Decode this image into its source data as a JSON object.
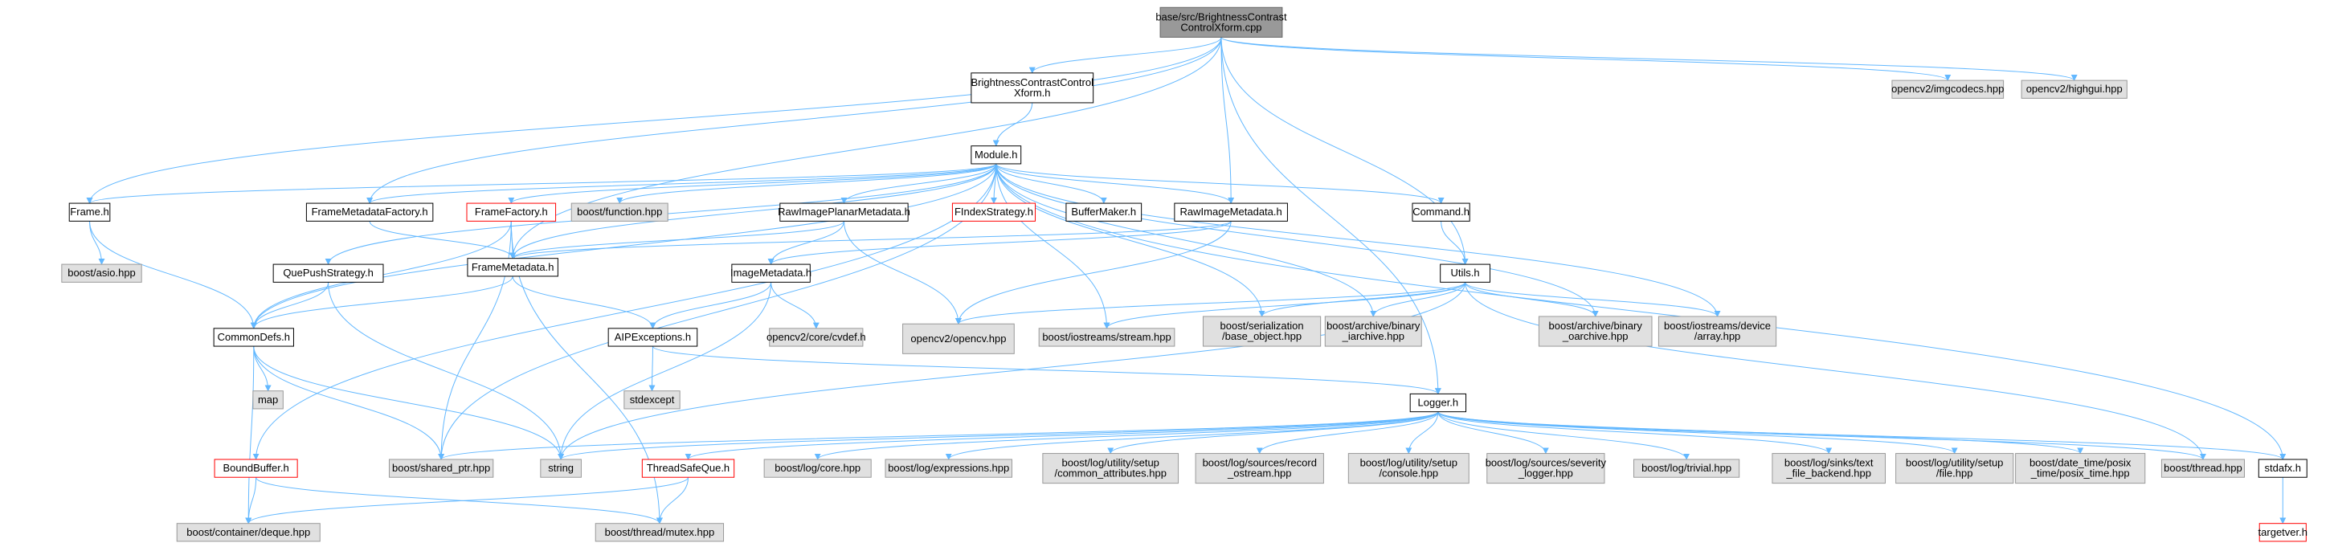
{
  "colors": {
    "edge": "#63b8ff",
    "normal_fill": "#ffffff",
    "normal_stroke": "#000000",
    "system_fill": "#e0e0e0",
    "system_stroke": "#999999",
    "root_fill": "#999999",
    "root_stroke": "#666666",
    "missing_fill": "#ffffff",
    "missing_stroke": "#ff0000"
  },
  "nodes": [
    {
      "id": "root",
      "kind": "root",
      "lines": [
        "base/src/BrightnessContrast",
        "ControlXform.cpp"
      ]
    },
    {
      "id": "bcx",
      "kind": "normal",
      "lines": [
        "BrightnessContrastControl",
        "Xform.h"
      ]
    },
    {
      "id": "imgcodecs",
      "kind": "system",
      "lines": [
        "opencv2/imgcodecs.hpp"
      ]
    },
    {
      "id": "highgui",
      "kind": "system",
      "lines": [
        "opencv2/highgui.hpp"
      ]
    },
    {
      "id": "module",
      "kind": "normal",
      "lines": [
        "Module.h"
      ]
    },
    {
      "id": "frame",
      "kind": "normal",
      "lines": [
        "Frame.h"
      ]
    },
    {
      "id": "fmdfactory",
      "kind": "normal",
      "lines": [
        "FrameMetadataFactory.h"
      ]
    },
    {
      "id": "framefactory",
      "kind": "missing",
      "lines": [
        "FrameFactory.h"
      ]
    },
    {
      "id": "boostfunction",
      "kind": "system",
      "lines": [
        "boost/function.hpp"
      ]
    },
    {
      "id": "rawplanar",
      "kind": "normal",
      "lines": [
        "RawImagePlanarMetadata.h"
      ]
    },
    {
      "id": "findex",
      "kind": "missing",
      "lines": [
        "FIndexStrategy.h"
      ]
    },
    {
      "id": "buffermaker",
      "kind": "normal",
      "lines": [
        "BufferMaker.h"
      ]
    },
    {
      "id": "rawmeta",
      "kind": "normal",
      "lines": [
        "RawImageMetadata.h"
      ]
    },
    {
      "id": "command",
      "kind": "normal",
      "lines": [
        "Command.h"
      ]
    },
    {
      "id": "boostasio",
      "kind": "system",
      "lines": [
        "boost/asio.hpp"
      ]
    },
    {
      "id": "quepush",
      "kind": "normal",
      "lines": [
        "QuePushStrategy.h"
      ]
    },
    {
      "id": "framemeta",
      "kind": "normal",
      "lines": [
        "FrameMetadata.h"
      ]
    },
    {
      "id": "imagemeta",
      "kind": "normal",
      "lines": [
        "ImageMetadata.h"
      ]
    },
    {
      "id": "utils",
      "kind": "normal",
      "lines": [
        "Utils.h"
      ]
    },
    {
      "id": "commondefs",
      "kind": "normal",
      "lines": [
        "CommonDefs.h"
      ]
    },
    {
      "id": "aipexc",
      "kind": "normal",
      "lines": [
        "AIPExceptions.h"
      ]
    },
    {
      "id": "cvdef",
      "kind": "system",
      "lines": [
        "opencv2/core/cvdef.h"
      ]
    },
    {
      "id": "opencv",
      "kind": "system",
      "lines": [
        "opencv2/opencv.hpp"
      ]
    },
    {
      "id": "iostream",
      "kind": "system",
      "lines": [
        "boost/iostreams/stream.hpp"
      ]
    },
    {
      "id": "serial",
      "kind": "system",
      "lines": [
        "boost/serialization",
        "/base_object.hpp"
      ]
    },
    {
      "id": "biniar",
      "kind": "system",
      "lines": [
        "boost/archive/binary",
        "_iarchive.hpp"
      ]
    },
    {
      "id": "binoar",
      "kind": "system",
      "lines": [
        "boost/archive/binary",
        "_oarchive.hpp"
      ]
    },
    {
      "id": "iodevice",
      "kind": "system",
      "lines": [
        "boost/iostreams/device",
        "/array.hpp"
      ]
    },
    {
      "id": "stdexcept",
      "kind": "system",
      "lines": [
        "stdexcept"
      ]
    },
    {
      "id": "map",
      "kind": "system",
      "lines": [
        "map"
      ]
    },
    {
      "id": "logger",
      "kind": "normal",
      "lines": [
        "Logger.h"
      ]
    },
    {
      "id": "boundbuffer",
      "kind": "missing",
      "lines": [
        "BoundBuffer.h"
      ]
    },
    {
      "id": "sharedptr",
      "kind": "system",
      "lines": [
        "boost/shared_ptr.hpp"
      ]
    },
    {
      "id": "string",
      "kind": "system",
      "lines": [
        "string"
      ]
    },
    {
      "id": "threadsafe",
      "kind": "missing",
      "lines": [
        "ThreadSafeQue.h"
      ]
    },
    {
      "id": "logcore",
      "kind": "system",
      "lines": [
        "boost/log/core.hpp"
      ]
    },
    {
      "id": "logexpr",
      "kind": "system",
      "lines": [
        "boost/log/expressions.hpp"
      ]
    },
    {
      "id": "logcommon",
      "kind": "system",
      "lines": [
        "boost/log/utility/setup",
        "/common_attributes.hpp"
      ]
    },
    {
      "id": "logrecord",
      "kind": "system",
      "lines": [
        "boost/log/sources/record",
        "_ostream.hpp"
      ]
    },
    {
      "id": "logconsole",
      "kind": "system",
      "lines": [
        "boost/log/utility/setup",
        "/console.hpp"
      ]
    },
    {
      "id": "logseverity",
      "kind": "system",
      "lines": [
        "boost/log/sources/severity",
        "_logger.hpp"
      ]
    },
    {
      "id": "logtrivial",
      "kind": "system",
      "lines": [
        "boost/log/trivial.hpp"
      ]
    },
    {
      "id": "logsinks",
      "kind": "system",
      "lines": [
        "boost/log/sinks/text",
        "_file_backend.hpp"
      ]
    },
    {
      "id": "logfile",
      "kind": "system",
      "lines": [
        "boost/log/utility/setup",
        "/file.hpp"
      ]
    },
    {
      "id": "posixtime",
      "kind": "system",
      "lines": [
        "boost/date_time/posix",
        "_time/posix_time.hpp"
      ]
    },
    {
      "id": "boostthread",
      "kind": "system",
      "lines": [
        "boost/thread.hpp"
      ]
    },
    {
      "id": "stdafx",
      "kind": "normal",
      "lines": [
        "stdafx.h"
      ]
    },
    {
      "id": "deque",
      "kind": "system",
      "lines": [
        "boost/container/deque.hpp"
      ]
    },
    {
      "id": "mutex",
      "kind": "system",
      "lines": [
        "boost/thread/mutex.hpp"
      ]
    },
    {
      "id": "targetver",
      "kind": "missing",
      "lines": [
        "targetver.h"
      ]
    }
  ],
  "edges": [
    [
      "root",
      "bcx"
    ],
    [
      "root",
      "imgcodecs"
    ],
    [
      "root",
      "highgui"
    ],
    [
      "root",
      "rawmeta"
    ],
    [
      "root",
      "utils"
    ],
    [
      "root",
      "frame"
    ],
    [
      "root",
      "fmdfactory"
    ],
    [
      "root",
      "framemeta"
    ],
    [
      "root",
      "logger"
    ],
    [
      "bcx",
      "module"
    ],
    [
      "module",
      "frame"
    ],
    [
      "module",
      "fmdfactory"
    ],
    [
      "module",
      "framefactory"
    ],
    [
      "module",
      "boostfunction"
    ],
    [
      "module",
      "rawplanar"
    ],
    [
      "module",
      "findex"
    ],
    [
      "module",
      "buffermaker"
    ],
    [
      "module",
      "rawmeta"
    ],
    [
      "module",
      "command"
    ],
    [
      "module",
      "quepush"
    ],
    [
      "module",
      "framemeta"
    ],
    [
      "module",
      "commondefs"
    ],
    [
      "module",
      "boundbuffer"
    ],
    [
      "module",
      "sharedptr"
    ],
    [
      "module",
      "iostream"
    ],
    [
      "module",
      "serial"
    ],
    [
      "module",
      "biniar"
    ],
    [
      "module",
      "binoar"
    ],
    [
      "module",
      "iodevice"
    ],
    [
      "module",
      "stdafx"
    ],
    [
      "frame",
      "boostasio"
    ],
    [
      "frame",
      "commondefs"
    ],
    [
      "fmdfactory",
      "framemeta"
    ],
    [
      "framefactory",
      "framemeta"
    ],
    [
      "framefactory",
      "commondefs"
    ],
    [
      "framefactory",
      "sharedptr"
    ],
    [
      "framefactory",
      "mutex"
    ],
    [
      "rawplanar",
      "framemeta"
    ],
    [
      "rawplanar",
      "imagemeta"
    ],
    [
      "rawplanar",
      "opencv"
    ],
    [
      "rawmeta",
      "framemeta"
    ],
    [
      "rawmeta",
      "imagemeta"
    ],
    [
      "rawmeta",
      "opencv"
    ],
    [
      "command",
      "utils"
    ],
    [
      "quepush",
      "commondefs"
    ],
    [
      "quepush",
      "string"
    ],
    [
      "framemeta",
      "commondefs"
    ],
    [
      "framemeta",
      "aipexc"
    ],
    [
      "imagemeta",
      "aipexc"
    ],
    [
      "imagemeta",
      "cvdef"
    ],
    [
      "imagemeta",
      "string"
    ],
    [
      "utils",
      "opencv"
    ],
    [
      "utils",
      "iostream"
    ],
    [
      "utils",
      "serial"
    ],
    [
      "utils",
      "biniar"
    ],
    [
      "utils",
      "binoar"
    ],
    [
      "utils",
      "iodevice"
    ],
    [
      "utils",
      "string"
    ],
    [
      "utils",
      "boostthread"
    ],
    [
      "commondefs",
      "map"
    ],
    [
      "commondefs",
      "sharedptr"
    ],
    [
      "commondefs",
      "string"
    ],
    [
      "commondefs",
      "deque"
    ],
    [
      "aipexc",
      "stdexcept"
    ],
    [
      "aipexc",
      "logger"
    ],
    [
      "logger",
      "sharedptr"
    ],
    [
      "logger",
      "string"
    ],
    [
      "logger",
      "threadsafe"
    ],
    [
      "logger",
      "logcore"
    ],
    [
      "logger",
      "logexpr"
    ],
    [
      "logger",
      "logcommon"
    ],
    [
      "logger",
      "logrecord"
    ],
    [
      "logger",
      "logconsole"
    ],
    [
      "logger",
      "logseverity"
    ],
    [
      "logger",
      "logtrivial"
    ],
    [
      "logger",
      "logsinks"
    ],
    [
      "logger",
      "logfile"
    ],
    [
      "logger",
      "posixtime"
    ],
    [
      "logger",
      "boostthread"
    ],
    [
      "logger",
      "stdafx"
    ],
    [
      "boundbuffer",
      "deque"
    ],
    [
      "boundbuffer",
      "mutex"
    ],
    [
      "threadsafe",
      "deque"
    ],
    [
      "threadsafe",
      "mutex"
    ],
    [
      "stdafx",
      "targetver"
    ]
  ]
}
